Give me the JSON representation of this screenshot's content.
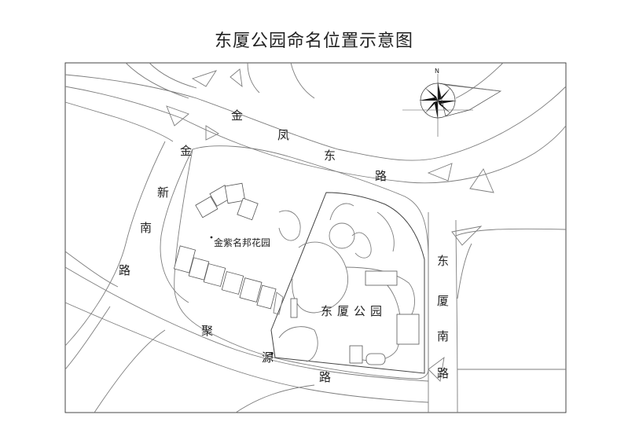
{
  "title": "东厦公园命名位置示意图",
  "roads": {
    "jinfeng_east": [
      "金",
      "凤",
      "东",
      "路"
    ],
    "jinxin_south": [
      "金",
      "新",
      "南",
      "路"
    ],
    "dongxia_south": [
      "东",
      "厦",
      "南",
      "路"
    ],
    "juyuan": [
      "聚",
      "源",
      "路"
    ]
  },
  "places": {
    "park": "东厦公园",
    "estate": "金紫名邦花园"
  },
  "compass": {
    "north_label": "N"
  }
}
